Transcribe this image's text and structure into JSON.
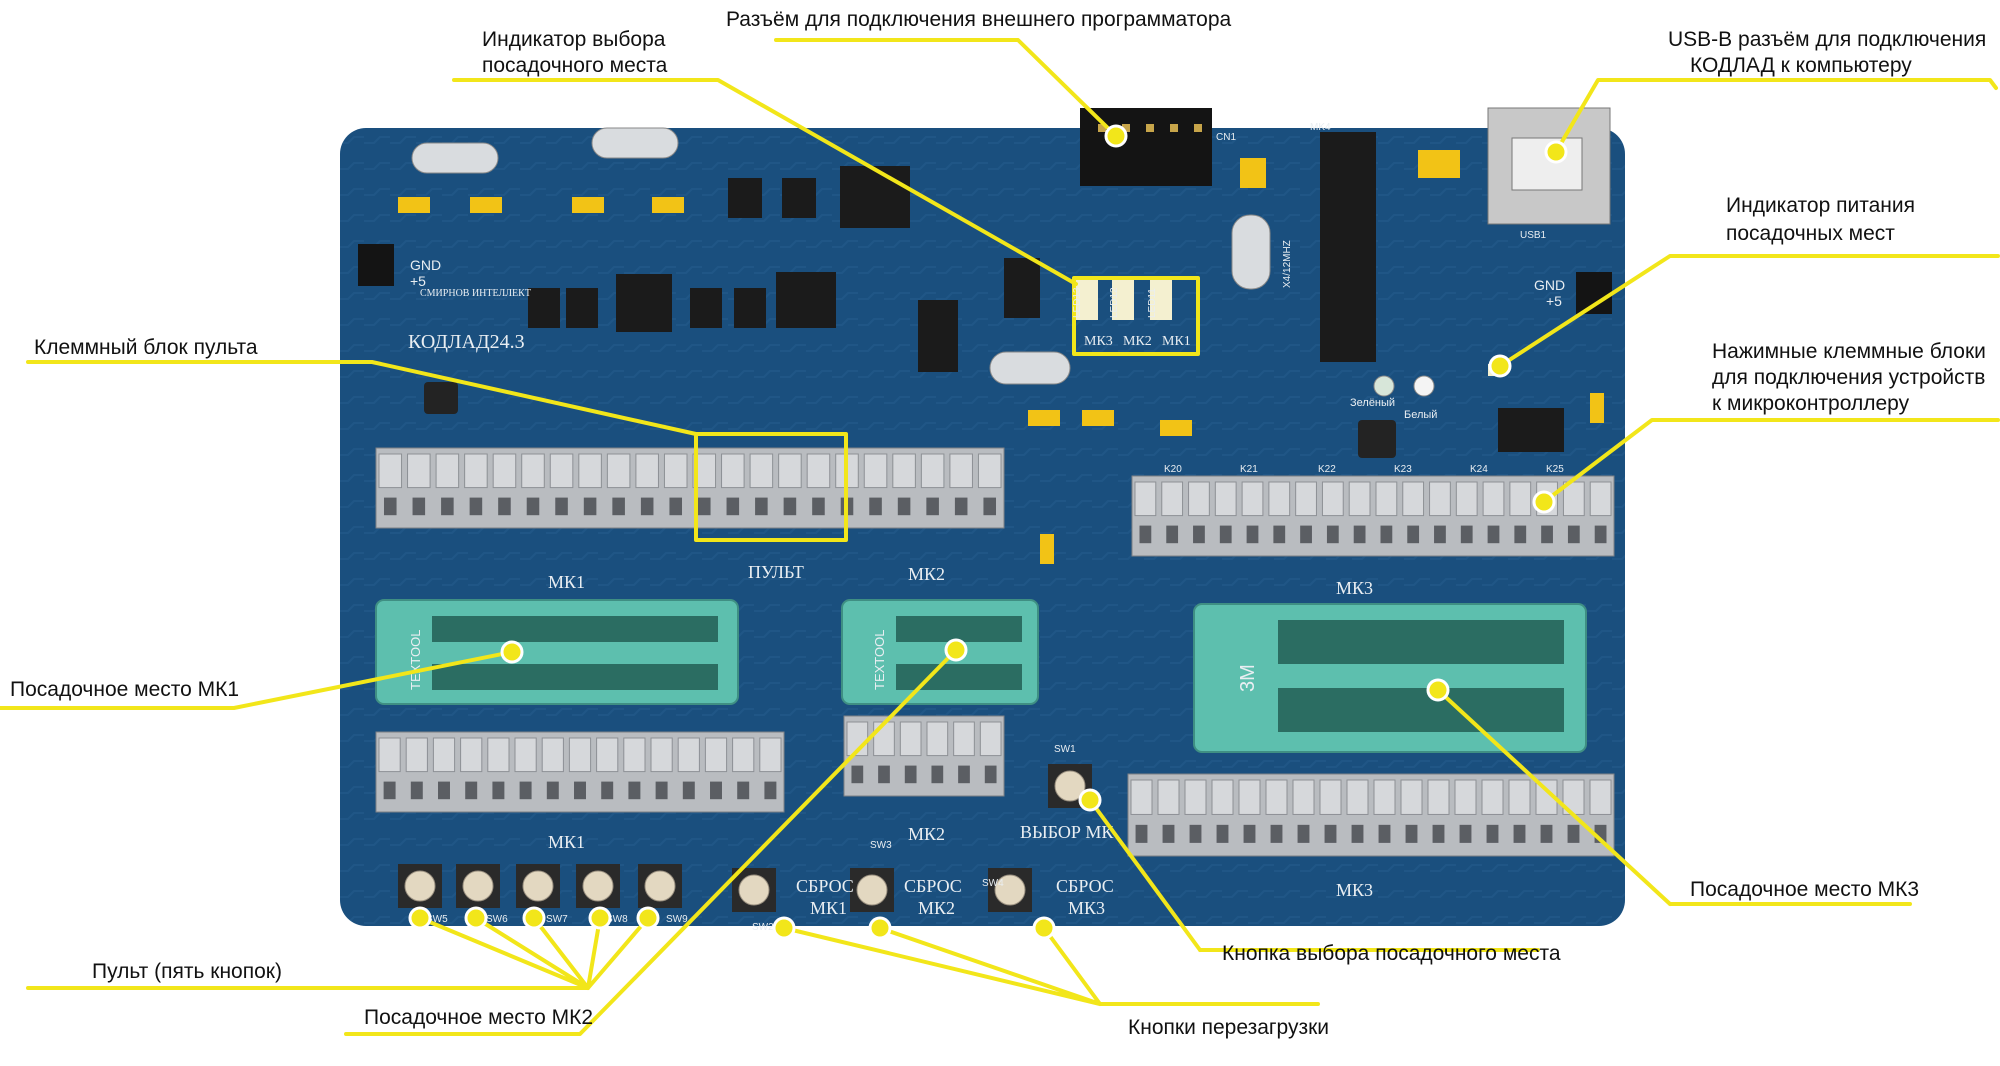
{
  "callouts": {
    "ext_programmer": "Разъём для подключения внешнего программатора",
    "seat_indicator_1": "Индикатор выбора",
    "seat_indicator_2": "посадочного места",
    "usb_1": "USB-B разъём для подключения",
    "usb_2": "КОДЛАД к компьютеру",
    "power_indicator_1": "Индикатор питания",
    "power_indicator_2": "посадочных мест",
    "console_block": "Клеммный блок пульта",
    "push_terminals_1": "Нажимные клеммные блоки",
    "push_terminals_2": "для подключения устройств",
    "push_terminals_3": "к микроконтроллеру",
    "seat_mk1": "Посадочное место МК1",
    "seat_mk3": "Посадочное место МК3",
    "select_button": "Кнопка выбора посадочного места",
    "console_buttons": "Пульт (пять кнопок)",
    "seat_mk2": "Посадочное место МК2",
    "reset_buttons": "Кнопки перезагрузки"
  },
  "board": {
    "name": "КОДЛАД24.3",
    "maker": "СМИРНОВ ИНТЕЛЛЕКТ",
    "gnd": "GND",
    "plus5": "+5",
    "mk1": "МК1",
    "mk2": "МК2",
    "mk3": "МК3",
    "pult": "ПУЛЬТ",
    "vybor": "ВЫБОР МК",
    "sbros": "СБРОС",
    "led_mk3": "МК3",
    "led_mk2": "МК2",
    "led_mk1": "МК1",
    "led13": "LED13",
    "led12": "LED12",
    "led11": "LED11",
    "zelenyi": "Зелёный",
    "belyi": "Белый",
    "sw1": "SW1",
    "sw2": "SW2",
    "sw3": "SW3",
    "sw4": "SW4",
    "sw5": "SW5",
    "sw6": "SW6",
    "sw7": "SW7",
    "sw8": "SW8",
    "sw9": "SW9",
    "textool": "TEXTOOL",
    "brand_3m": "3M",
    "usb_label": "USB1",
    "mk4": "MK4",
    "cn1": "CN1",
    "x4": "X4/12MHZ",
    "k20": "K20",
    "k21": "K21",
    "k22": "K22",
    "k23": "K23",
    "k24": "K24",
    "k25": "K25"
  },
  "colors": {
    "board": "#1a4f7e",
    "highlight": "#f2e61a",
    "socket": "#5dbfae",
    "terminal": "#b9bcc0"
  }
}
